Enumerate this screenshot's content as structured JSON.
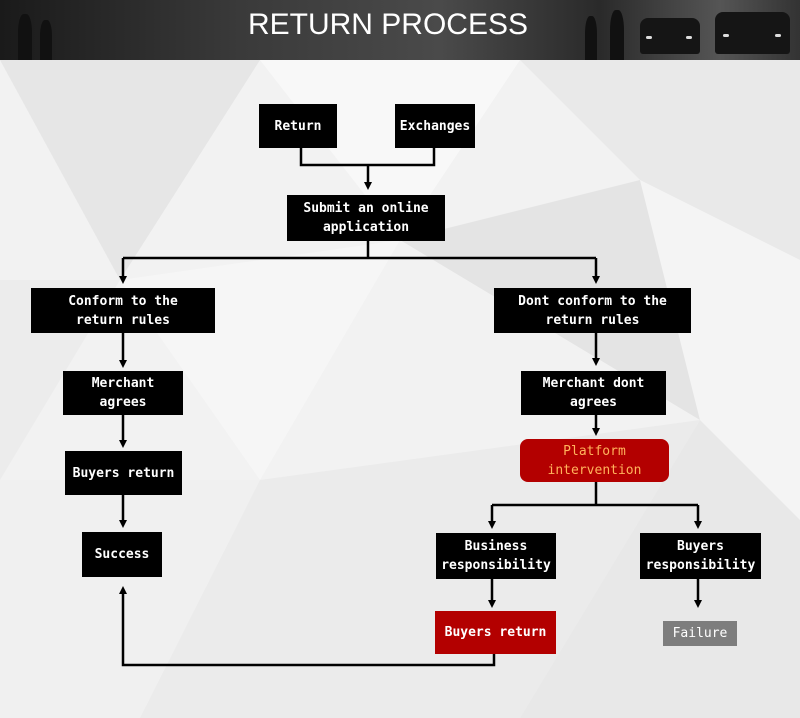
{
  "header": {
    "title": "RETURN PROCESS"
  },
  "nodes": {
    "return": "Return",
    "exchanges": "Exchanges",
    "submit": "Submit an online\napplication",
    "conform": "Conform to the\nreturn rules",
    "dont_conform": "Dont conform to the\nreturn rules",
    "merchant_agrees": "Merchant agrees",
    "merchant_dont_agrees": "Merchant dont agrees",
    "buyers_return_left": "Buyers return",
    "platform": "Platform\nintervention",
    "success": "Success",
    "business_resp": "Business\nresponsibility",
    "buyers_resp": "Buyers\nresponsibility",
    "buyers_return_red": "Buyers return",
    "failure": "Failure"
  },
  "colors": {
    "box": "#000000",
    "highlight": "#b30000",
    "platform_text": "#ffb35c",
    "failure": "#7d7d7d"
  }
}
